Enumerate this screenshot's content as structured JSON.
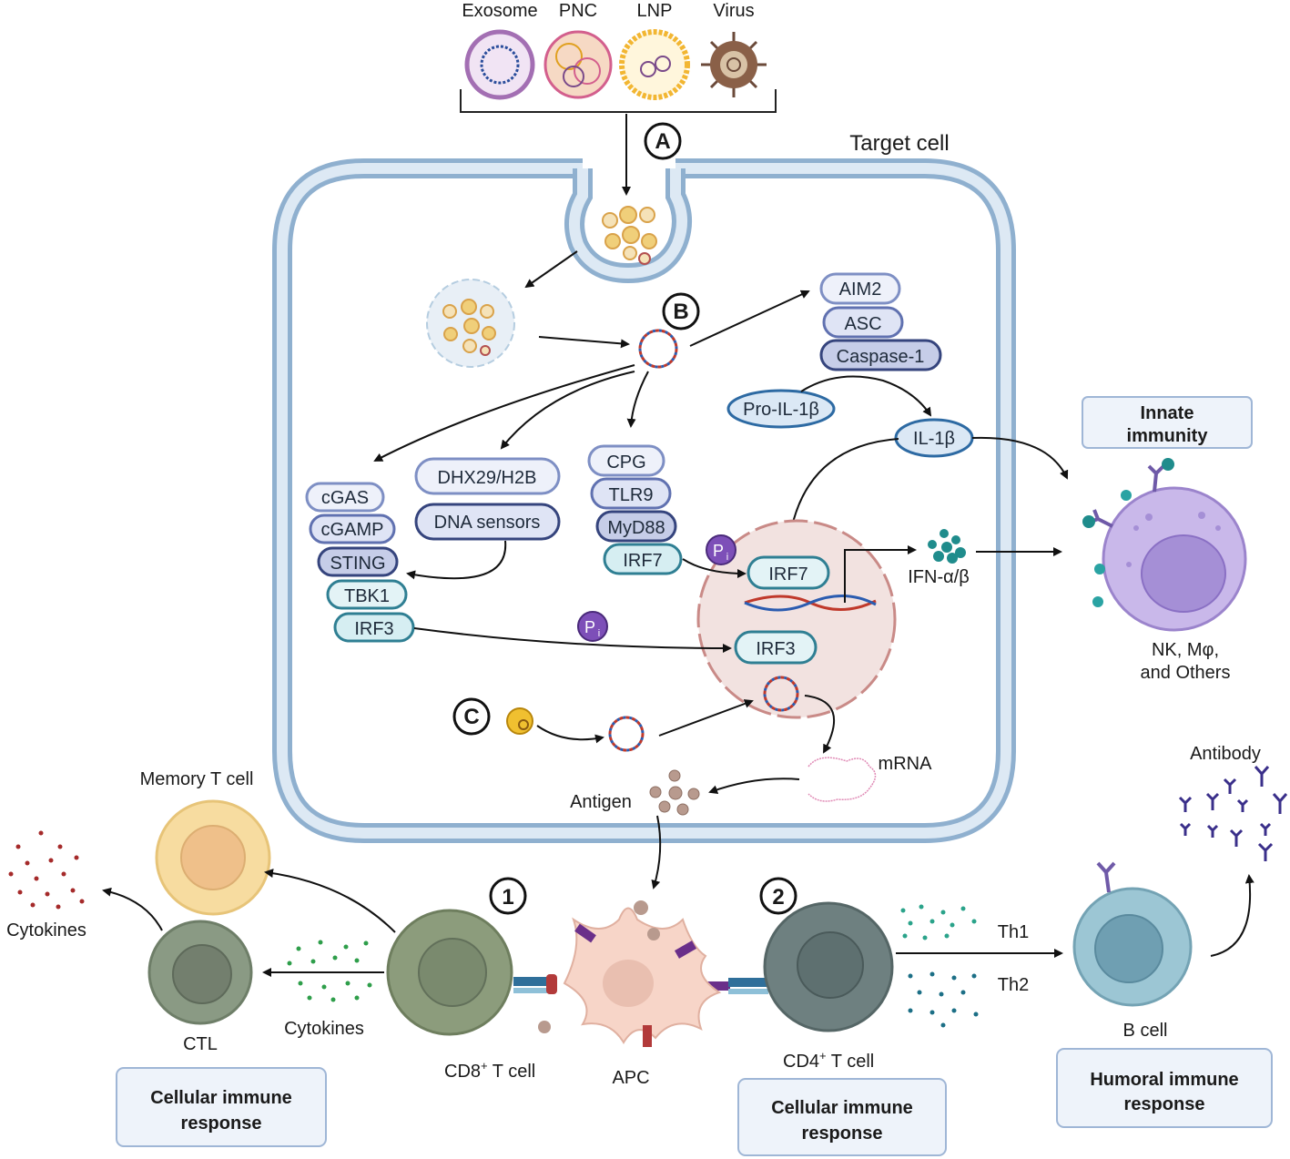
{
  "carriers": {
    "exosome": "Exosome",
    "pnc": "PNC",
    "lnp": "LNP",
    "virus": "Virus"
  },
  "target_cell_label": "Target cell",
  "step_markers": {
    "a": "A",
    "b": "B",
    "c": "C",
    "one": "1",
    "two": "2"
  },
  "sensors": {
    "aim2": "AIM2",
    "asc": "ASC",
    "caspase1": "Caspase-1",
    "pro_il1b": "Pro-IL-1β",
    "il1b": "IL-1β",
    "cgas": "cGAS",
    "cgamp": "cGAMP",
    "sting": "STING",
    "tbk1": "TBK1",
    "irf3": "IRF3",
    "dhx29": "DHX29/H2B",
    "dna_sensors": "DNA sensors",
    "cpg": "CPG",
    "tlr9": "TLR9",
    "myd88": "MyD88",
    "irf7": "IRF7"
  },
  "nucleus": {
    "irf7": "IRF7",
    "irf3": "IRF3"
  },
  "phosphate": {
    "letter": "P",
    "sub": "i"
  },
  "ifn": "IFN-α/β",
  "innate": {
    "title_line1": "Innate",
    "title_line2": "immunity",
    "cells_line1": "NK, Mφ,",
    "cells_line2": "and Others"
  },
  "expression": {
    "mrna": "mRNA",
    "antigen": "Antigen"
  },
  "cells": {
    "memory_t": "Memory T cell",
    "cytokines_left": "Cytokines",
    "cytokines_mid": "Cytokines",
    "ctl": "CTL",
    "cd8_base": "CD8",
    "cd8_sup": "+",
    "cd8_tail": " T cell",
    "apc": "APC",
    "cd4_base": "CD4",
    "cd4_sup": "+",
    "cd4_tail": " T cell",
    "th1": "Th1",
    "th2": "Th2",
    "b_cell": "B cell",
    "antibody": "Antibody"
  },
  "response_boxes": {
    "cellular_left_1": "Cellular immune",
    "cellular_left_2": "response",
    "cellular_mid_1": "Cellular immune",
    "cellular_mid_2": "response",
    "humoral_1": "Humoral immune",
    "humoral_2": "response"
  },
  "colors": {
    "membrane": "#b9cfe3",
    "membrane_edge": "#8fb0cf",
    "nucleus_fill": "#f2e2e0",
    "nucleus_edge": "#c98a87",
    "box_fill": "#eef3fa",
    "box_edge": "#9fb6d6",
    "ifn_teal": "#1f8c8c",
    "nk_purple": "#b9a6e0",
    "cd8_green": "#8c9c7c",
    "ctl_green": "#8a9a84",
    "cd4_slate": "#6e8080",
    "b_cell_blue": "#9cc6d4",
    "memory_yellow": "#f7dca0",
    "apc_peach": "#f7d5c8",
    "cytokine_red": "#a52a2a",
    "cytokine_green": "#2e9e4a"
  }
}
